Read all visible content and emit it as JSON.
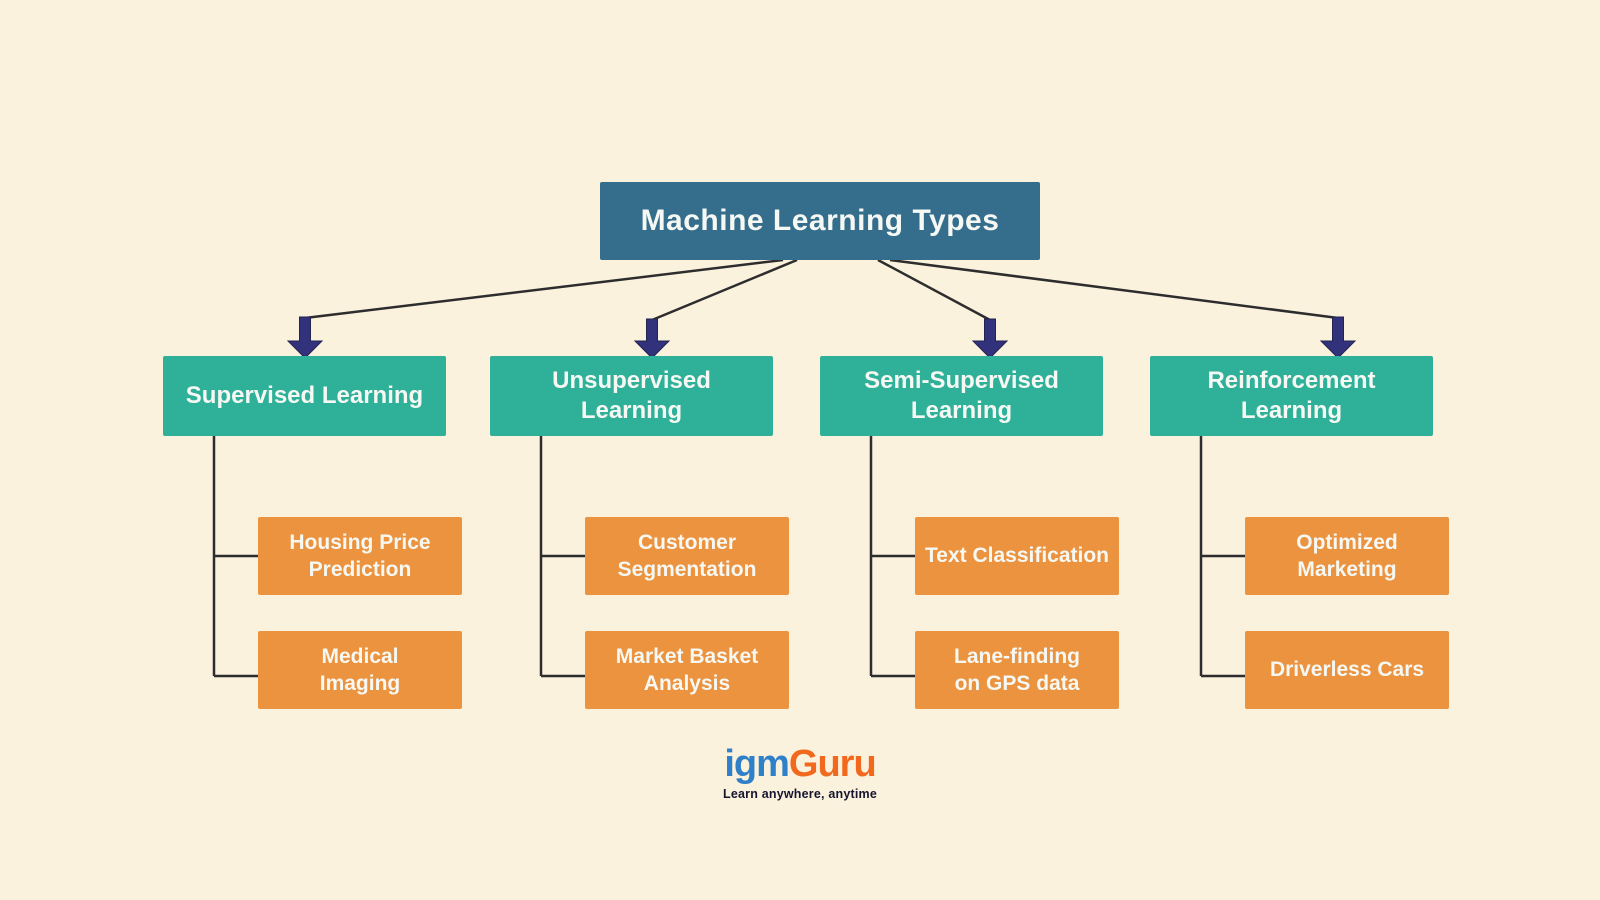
{
  "diagram": {
    "root": {
      "label": "Machine Learning Types"
    },
    "categories": [
      {
        "label": "Supervised Learning",
        "children": [
          "Housing Price Prediction",
          "Medical Imaging"
        ]
      },
      {
        "label": "Unsupervised Learning",
        "children": [
          "Customer Segmentation",
          "Market Basket Analysis"
        ]
      },
      {
        "label": "Semi-Supervised Learning",
        "children": [
          "Text Classification",
          "Lane-finding on GPS data"
        ]
      },
      {
        "label": "Reinforcement Learning",
        "children": [
          "Optimized Marketing",
          "Driverless Cars"
        ]
      }
    ],
    "colors": {
      "background": "#FBF2DE",
      "root_box": "#346E8C",
      "category_box": "#2FB098",
      "example_box": "#EC9340",
      "arrow": "#31327B",
      "connector_line": "#2D2D2D",
      "box_text": "#F5F8F3"
    }
  },
  "logo": {
    "part1": "igm",
    "part2": "Guru",
    "tagline": "Learn anywhere, anytime",
    "part1_color": "#2F80C8",
    "part2_color": "#F2691D"
  }
}
